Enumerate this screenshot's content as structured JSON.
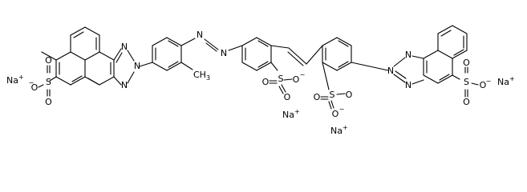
{
  "molecule": {
    "atom_labels": {
      "N": "N",
      "S": "S",
      "O": "O",
      "oxide_charge": "−",
      "methyl": "CH",
      "methyl_sub": "3",
      "sodium": "Na",
      "sodium_charge": "+"
    }
  }
}
